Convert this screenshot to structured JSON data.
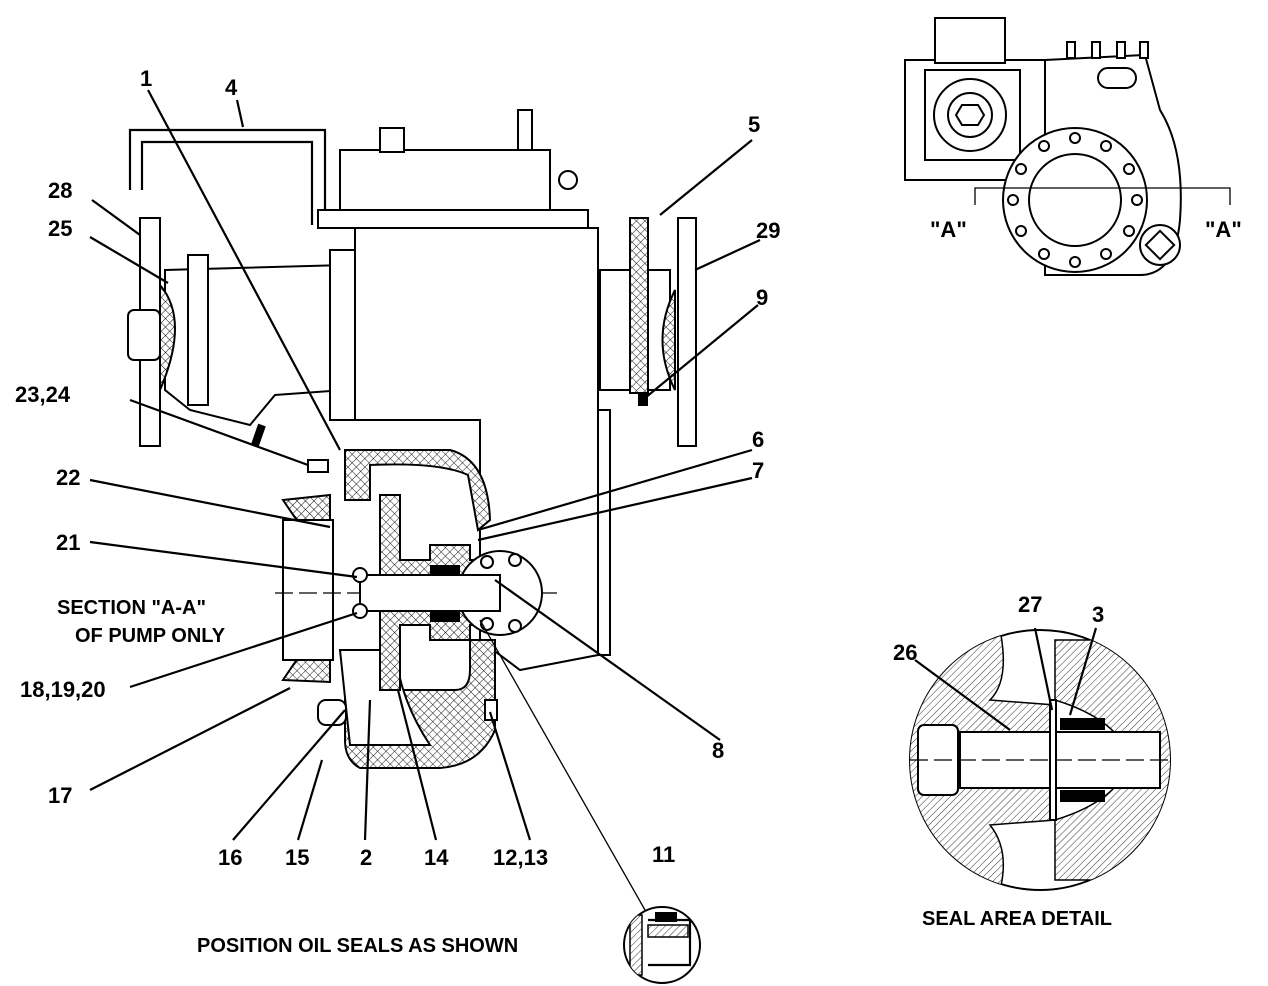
{
  "main": {
    "part_labels": [
      "1",
      "4",
      "5",
      "28",
      "25",
      "29",
      "9",
      "23,24",
      "6",
      "7",
      "22",
      "21",
      "8",
      "18,19,20",
      "17",
      "16",
      "15",
      "2",
      "14",
      "12,13",
      "11"
    ],
    "section_caption_line1": "SECTION \"A-A\"",
    "section_caption_line2": "OF PUMP ONLY",
    "oil_seal_caption": "POSITION OIL SEALS AS SHOWN"
  },
  "inset_top": {
    "section_marker_left": "\"A\"",
    "section_marker_right": "\"A\""
  },
  "inset_seal": {
    "part_labels": [
      "27",
      "3",
      "26"
    ],
    "caption": "SEAL AREA DETAIL"
  }
}
